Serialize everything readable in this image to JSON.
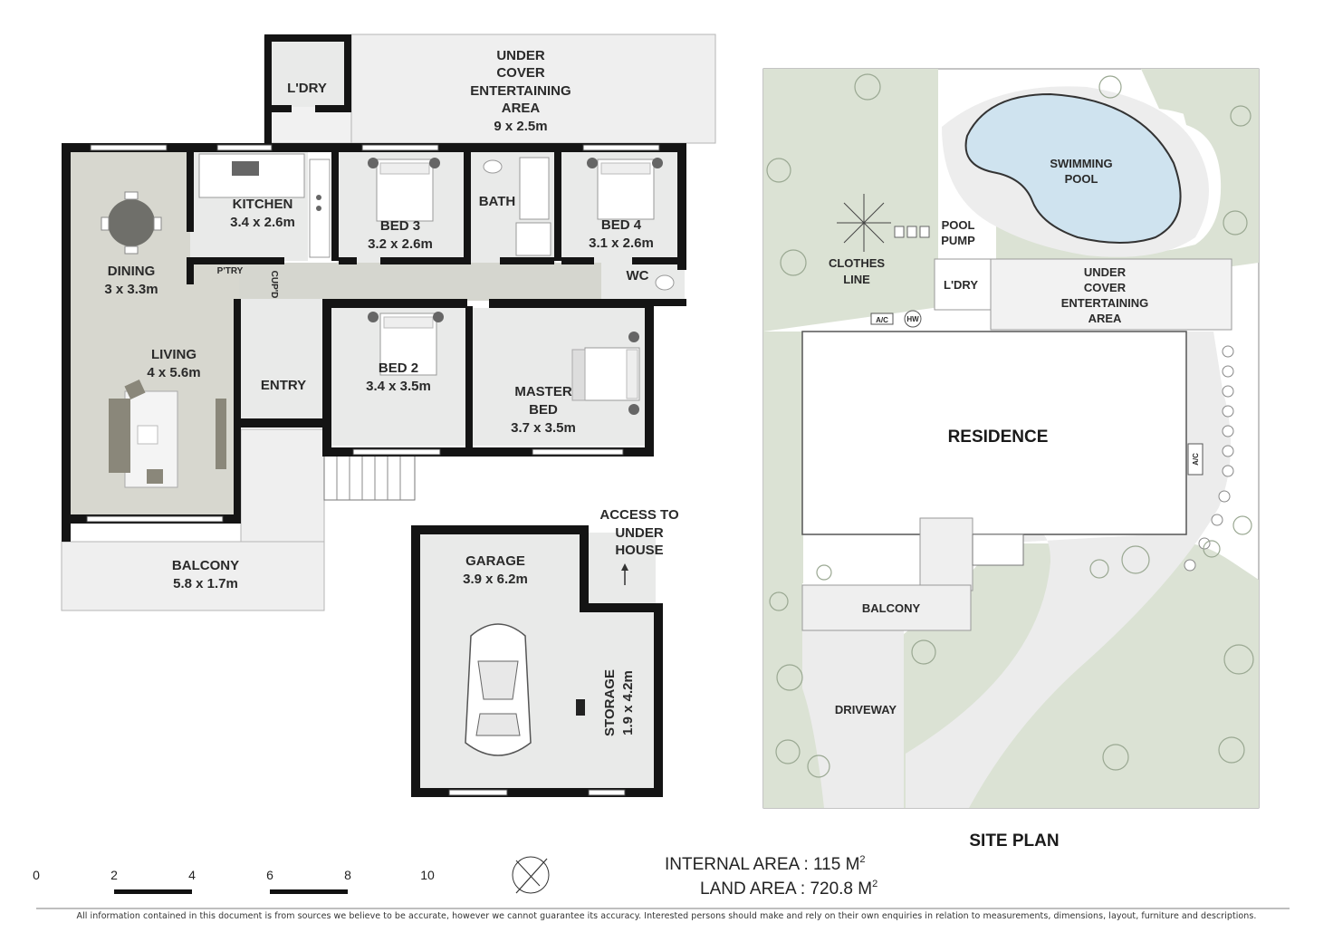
{
  "floor_plan": {
    "rooms": {
      "laundry": {
        "name": "L'DRY"
      },
      "undercover": {
        "lines": [
          "UNDER",
          "COVER",
          "ENTERTAINING",
          "AREA"
        ],
        "size": "9 x 2.5m"
      },
      "kitchen": {
        "name": "KITCHEN",
        "size": "3.4 x 2.6m"
      },
      "bed3": {
        "name": "BED 3",
        "size": "3.2 x 2.6m"
      },
      "bath": {
        "name": "BATH"
      },
      "bed4": {
        "name": "BED 4",
        "size": "3.1 x 2.6m"
      },
      "dining": {
        "name": "DINING",
        "size": "3 x 3.3m"
      },
      "pantry": {
        "name": "P'TRY"
      },
      "cupboard": {
        "name": "CUP'D"
      },
      "wc": {
        "name": "WC"
      },
      "living": {
        "name": "LIVING",
        "size": "4 x 5.6m"
      },
      "entry": {
        "name": "ENTRY"
      },
      "bed2": {
        "name": "BED 2",
        "size": "3.4 x 3.5m"
      },
      "master": {
        "lines": [
          "MASTER",
          "BED"
        ],
        "size": "3.7 x 3.5m"
      },
      "balcony": {
        "name": "BALCONY",
        "size": "5.8 x 1.7m"
      },
      "garage": {
        "name": "GARAGE",
        "size": "3.9 x 6.2m"
      },
      "storage": {
        "name": "STORAGE",
        "size": "1.9 x 4.2m"
      }
    },
    "access_note": [
      "ACCESS TO",
      "UNDER",
      "HOUSE"
    ]
  },
  "site_plan": {
    "title": "SITE PLAN",
    "labels": {
      "pool": [
        "SWIMMING",
        "POOL"
      ],
      "pool_pump": [
        "POOL",
        "PUMP"
      ],
      "clothes_line": [
        "CLOTHES",
        "LINE"
      ],
      "laundry": "L'DRY",
      "undercover": [
        "UNDER",
        "COVER",
        "ENTERTAINING",
        "AREA"
      ],
      "ac_1": "A/C",
      "hw": "HW",
      "residence": "RESIDENCE",
      "ac_2": "A/C",
      "balcony": "BALCONY",
      "driveway": "DRIVEWAY"
    }
  },
  "areas": {
    "internal_label": "INTERNAL AREA : 115 M",
    "land_label": "LAND AREA : 720.8 M",
    "superscript": "2"
  },
  "scale_bar": {
    "ticks": [
      "0",
      "2",
      "4",
      "6",
      "8",
      "10"
    ]
  },
  "disclaimer": "All information contained in this document is from sources we believe to be accurate, however we cannot guarantee its accuracy. Interested persons should make and rely on their own enquiries in relation to measurements, dimensions, layout, furniture and descriptions.",
  "colors": {
    "wall": "#141414",
    "floor": "#e9eae9",
    "lawn": "#dbe2d4",
    "pool": "#cfe3ef"
  }
}
